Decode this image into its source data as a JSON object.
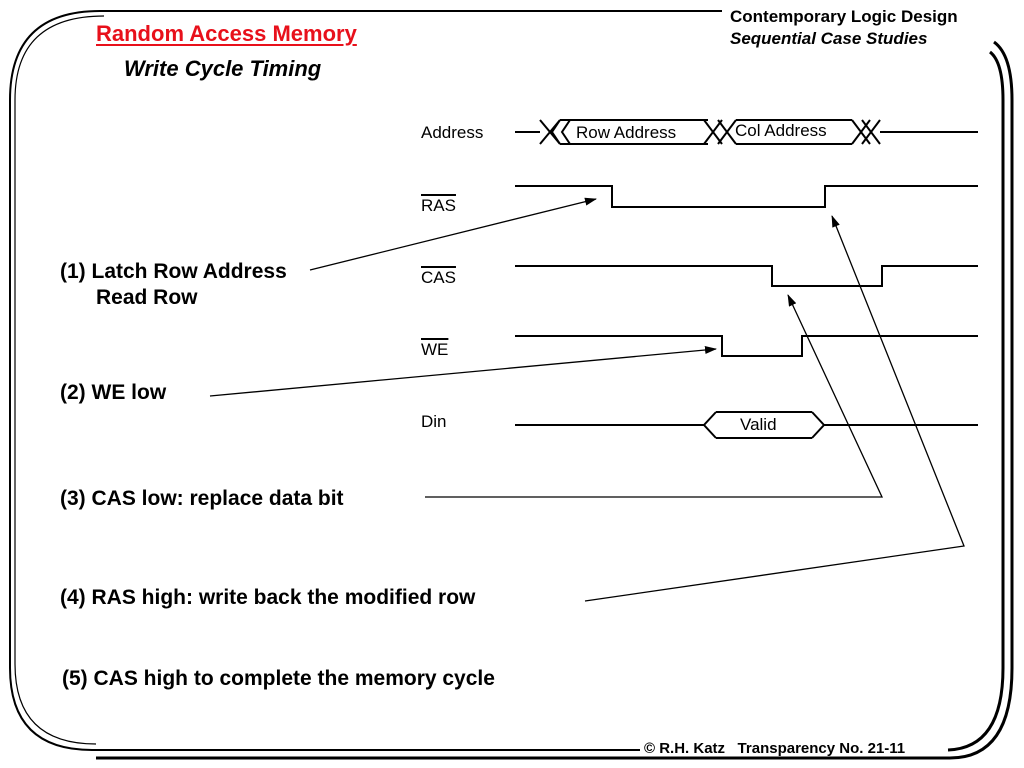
{
  "header": {
    "title": "Random Access Memory",
    "subtitle": "Write Cycle Timing",
    "course_title": "Contemporary Logic Design",
    "course_subtitle": "Sequential Case Studies"
  },
  "signals": [
    {
      "name": "Address",
      "active_low": false
    },
    {
      "name": "RAS",
      "active_low": true
    },
    {
      "name": "CAS",
      "active_low": true
    },
    {
      "name": "WE",
      "active_low": true
    },
    {
      "name": "Din",
      "active_low": false
    }
  ],
  "bus_labels": {
    "row_address": "Row Address",
    "col_address": "Col Address",
    "valid": "Valid"
  },
  "steps": [
    {
      "line1": "(1) Latch Row Address",
      "line2": "Read Row"
    },
    {
      "line1": "(2) WE low"
    },
    {
      "line1": "(3) CAS low: replace data bit"
    },
    {
      "line1": "(4) RAS high: write back the modified row"
    },
    {
      "line1": "(5) CAS high to complete the memory cycle"
    }
  ],
  "footer": "© R.H. Katz   Transparency No. 21-11",
  "colors": {
    "title": "#e8101b",
    "ink": "#000000",
    "background": "#ffffff"
  }
}
